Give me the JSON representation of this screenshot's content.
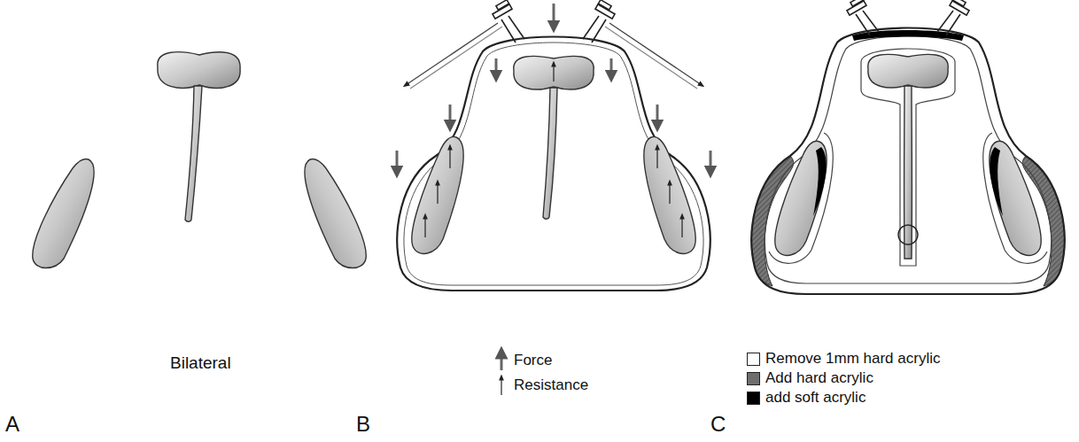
{
  "diagram": {
    "labels": [
      "Bilateral",
      "A",
      "B",
      "C"
    ],
    "legend": [
      {
        "text": "Force"
      },
      {
        "text": "Resistance"
      },
      {
        "text": "Remove 1mm hard acrylic",
        "color": "#ffffff"
      },
      {
        "text": "Add hard acrylic",
        "color": "#6e6e6e"
      },
      {
        "text": "add soft acrylic",
        "color": "#000000"
      }
    ]
  }
}
